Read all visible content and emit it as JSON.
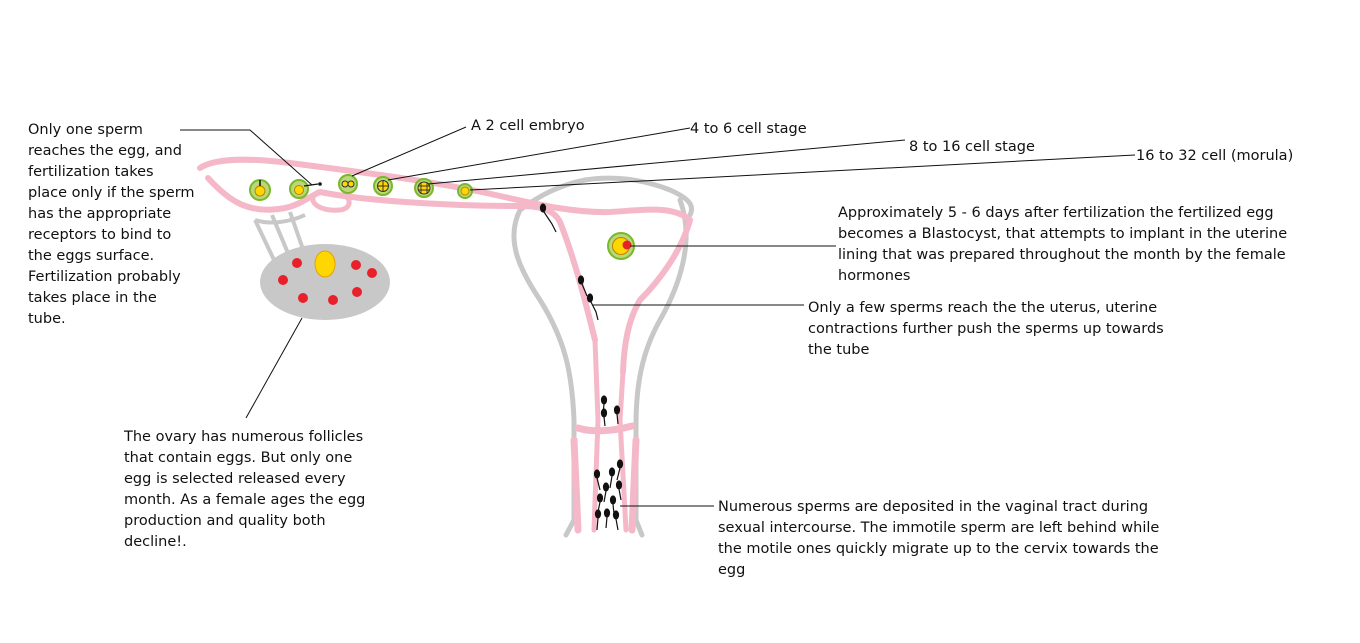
{
  "annotations": {
    "fertilization": "Only one sperm reaches the egg, and fertilization takes place only if the sperm has the appropriate receptors to bind to the eggs surface. Fertilization probably takes place in the tube.",
    "two_cell": "A 2 cell embryo",
    "four_to_six": "4 to 6 cell stage",
    "eight_to_sixteen": "8 to 16 cell stage",
    "morula": "16 to 32 cell (morula)",
    "blastocyst": "Approximately 5 - 6 days after fertilization the fertilized egg becomes a Blastocyst, that attempts to implant in the uterine lining that was prepared throughout the month by the female hormones",
    "uterus_sperm": "Only a few sperms reach the the uterus, uterine contractions further push the sperms up towards the tube",
    "ovary": "The ovary has numerous follicles that contain eggs. But only one egg is selected released every month. As a female ages the egg production and quality both decline!.",
    "vaginal_tract": "Numerous sperms are deposited in the vaginal tract during sexual intercourse. The immotile sperm are left behind while the motile ones quickly migrate up to the cervix towards the egg"
  },
  "colors": {
    "outline": "#c8c8c8",
    "lining": "#f5b8c8",
    "follicle": "#e8202a",
    "egg": "#ffd700",
    "egg_ring": "#7ab82a",
    "sperm": "#111111"
  }
}
